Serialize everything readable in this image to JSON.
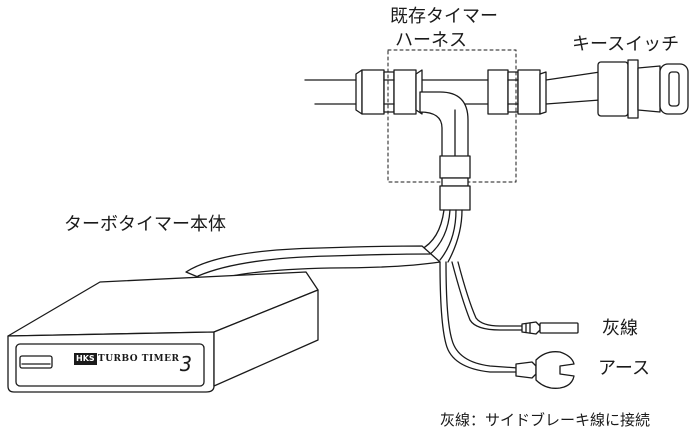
{
  "labels": {
    "existing_harness_line1": "既存タイマー",
    "existing_harness_line2": "ハーネス",
    "key_switch": "キースイッチ",
    "turbo_timer_unit": "ターボタイマー本体",
    "gray_wire": "灰線",
    "earth": "アース",
    "note": "灰線：サイドブレーキ線に接続"
  },
  "device": {
    "brand": "HKS",
    "product_name": "TURBO TIMER",
    "display_digit": "3"
  }
}
